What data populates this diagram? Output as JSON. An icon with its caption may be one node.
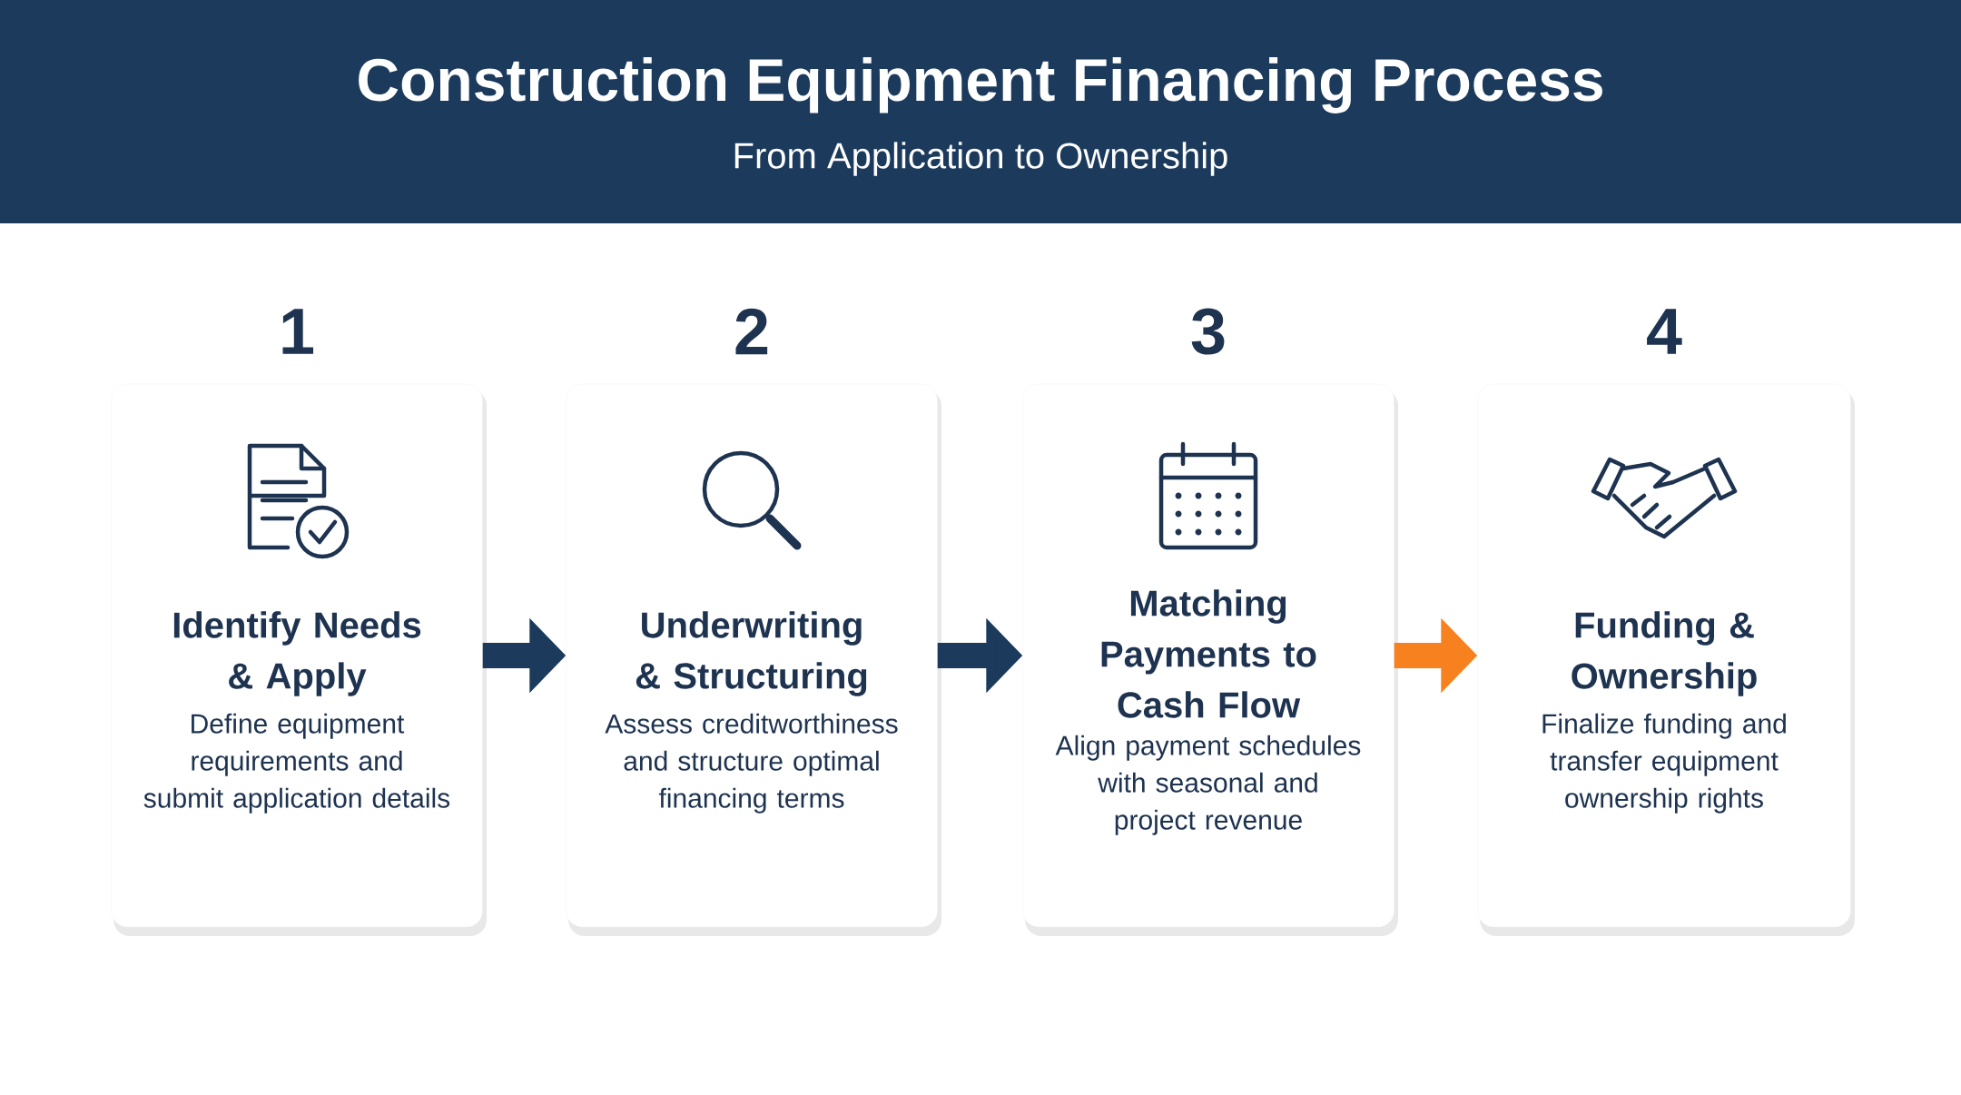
{
  "diagram": {
    "title": "Construction Equipment Financing Process",
    "caption": "From Application to Ownership",
    "nodes": [
      {
        "text": [
          "Identify Needs & Apply",
          "Define equipment requirements and submit application details"
        ],
        "beside": [
          "1"
        ]
      },
      {
        "text": [
          "Underwriting & Structuring",
          "Assess creditworthiness and structure optimal financing terms"
        ],
        "beside": [
          "2"
        ]
      },
      {
        "text": [
          "Matching Payments to Cash Flow",
          "Align payment schedules with seasonal and project revenue"
        ],
        "beside": [
          "3"
        ]
      },
      {
        "text": [
          "Funding & Ownership",
          "Finalize funding and transfer equipment ownership rights"
        ],
        "beside": [
          "4"
        ]
      }
    ],
    "edges": [
      {
        "from": 0,
        "to": 1,
        "arrow": "to"
      },
      {
        "from": 1,
        "to": 2,
        "arrow": "to"
      },
      {
        "from": 2,
        "to": 3,
        "arrow": "to",
        "color": "#f7811e"
      }
    ]
  }
}
